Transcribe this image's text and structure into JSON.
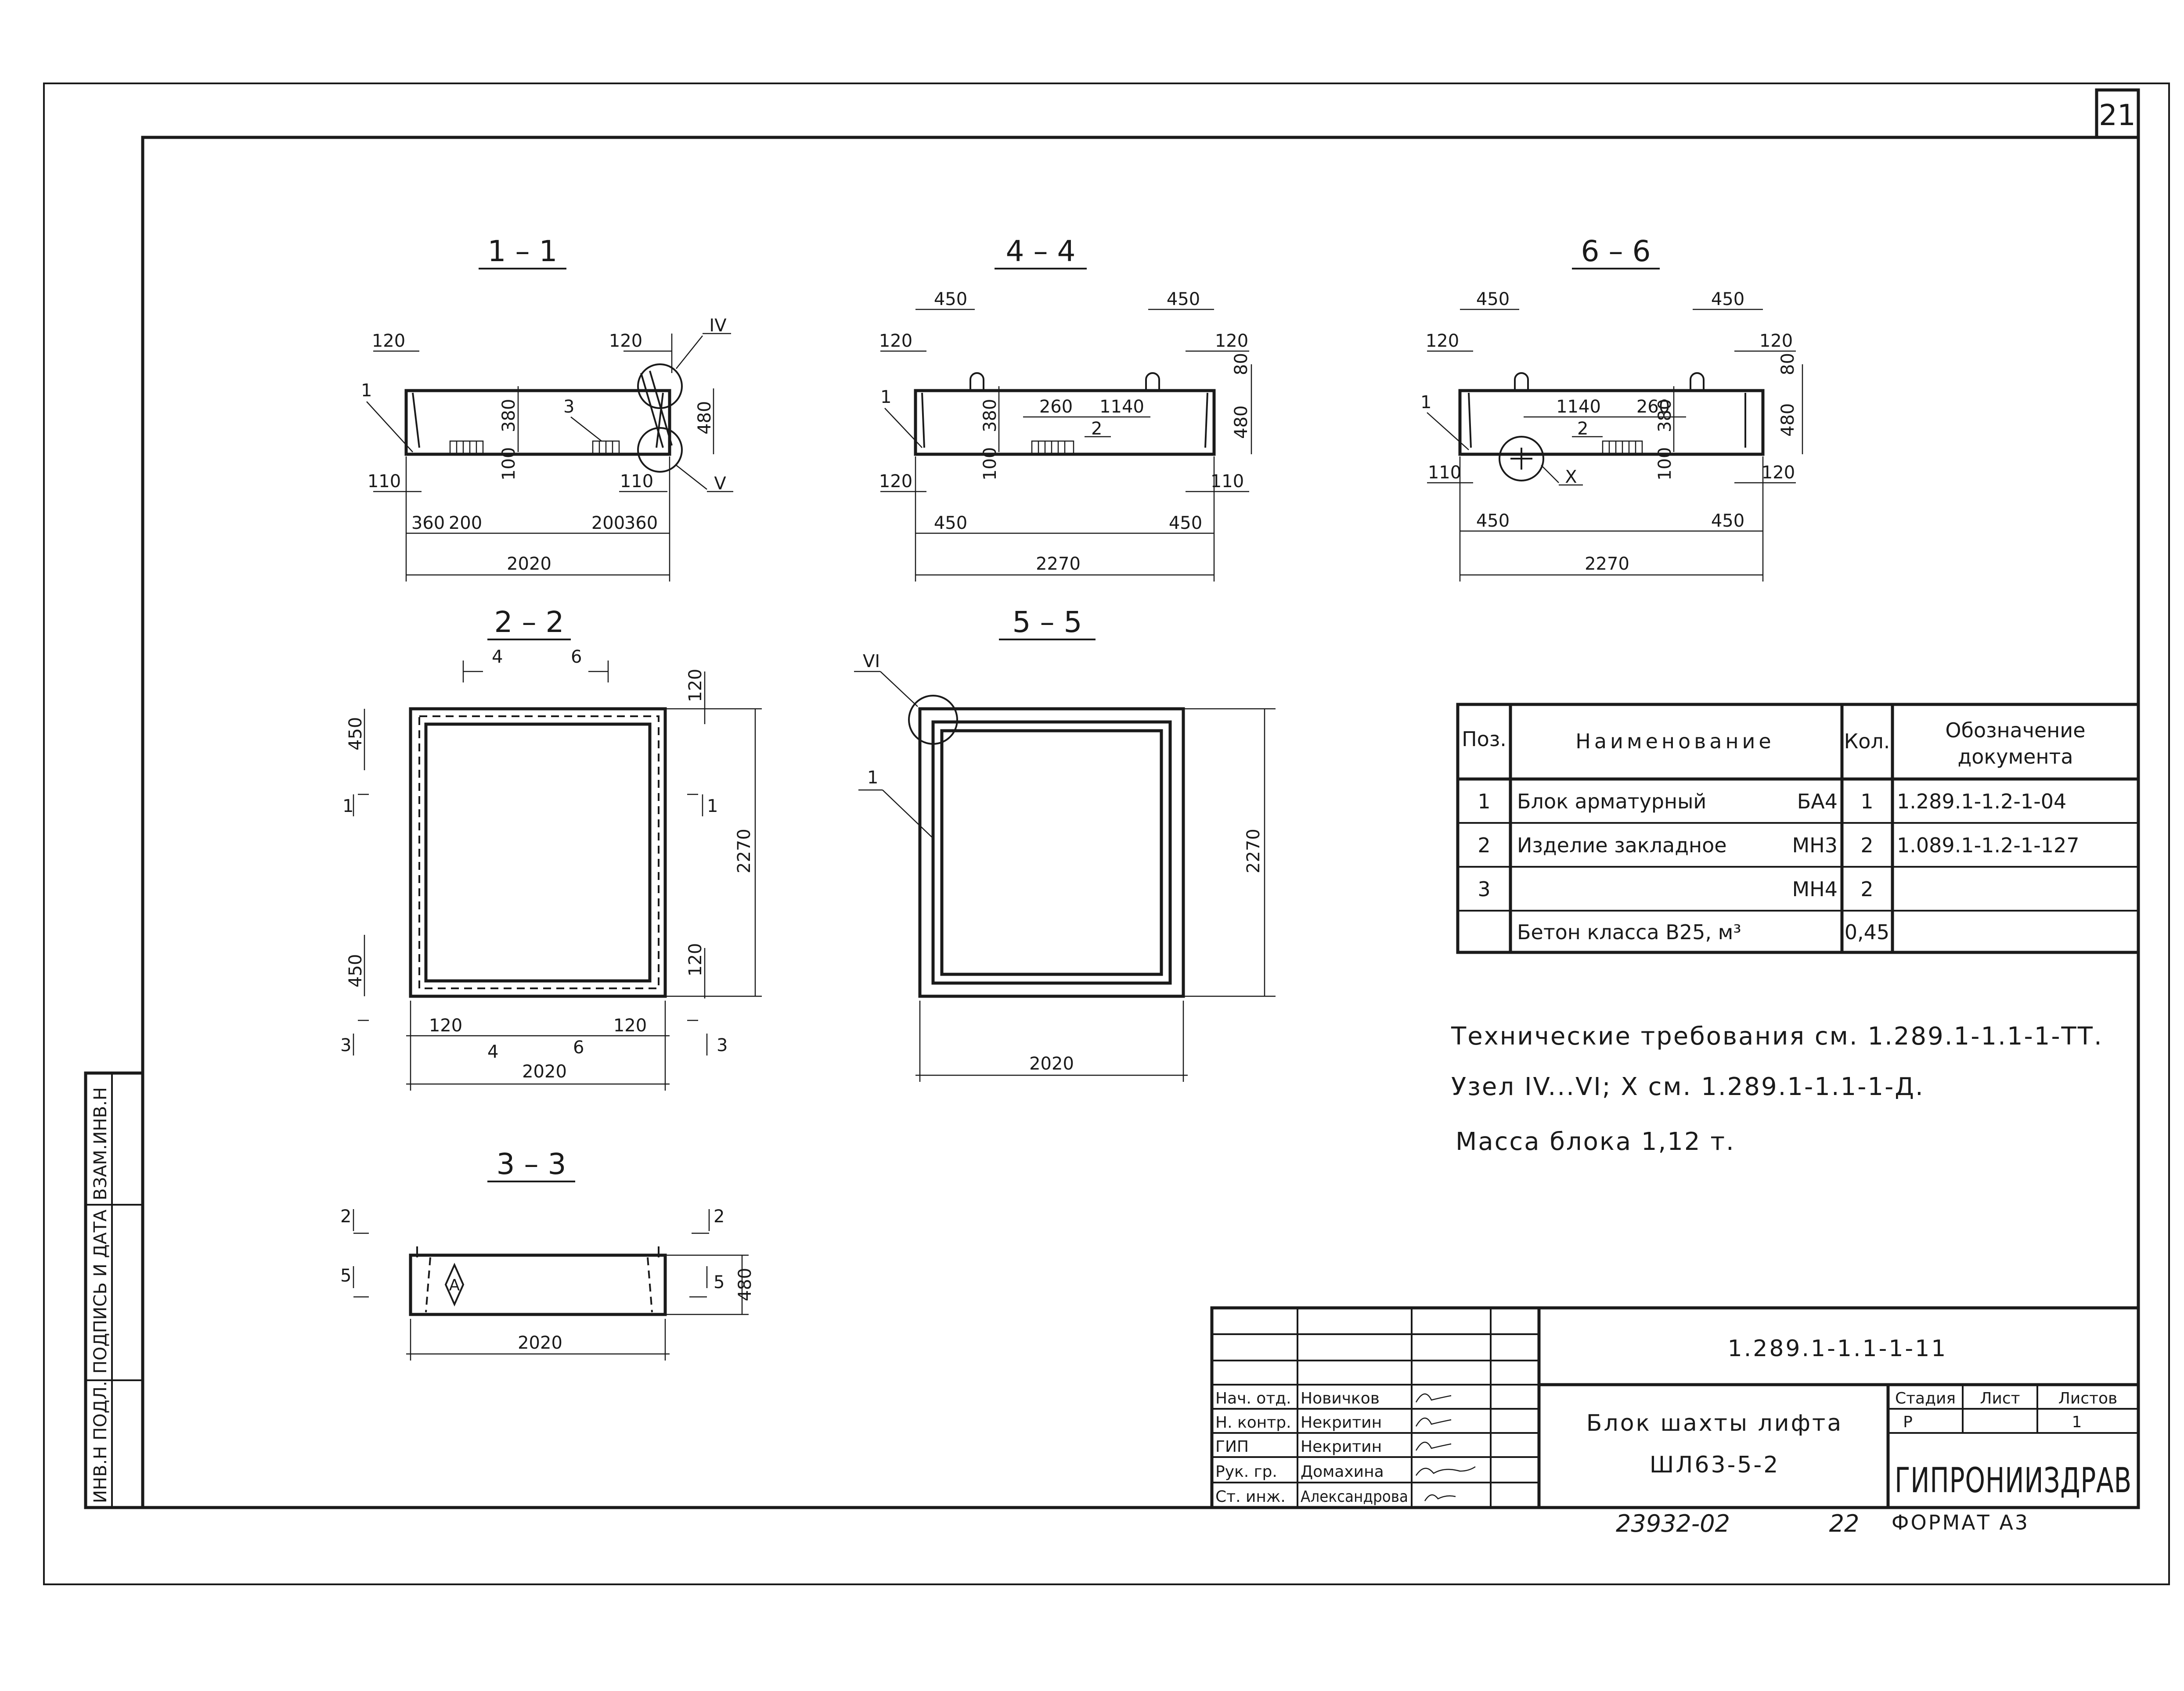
{
  "sheet": {
    "sheet_no": "21",
    "side_stamp": [
      "ИНВ.Н ПОДЛ.",
      "ПОДПИСЬ И ДАТА",
      "ВЗАМ.ИНВ.Н"
    ],
    "footer_archive": "23932-02",
    "footer_num": "22",
    "footer_format": "ФОРМАТ  А3"
  },
  "sections": {
    "s11": "1 – 1",
    "s44": "4 – 4",
    "s66": "6 – 6",
    "s22": "2 – 2",
    "s55": "5 – 5",
    "s33": "3 – 3"
  },
  "dims": {
    "d120": "120",
    "d110": "110",
    "d360": "360",
    "d200": "200",
    "d380": "380",
    "d100": "100",
    "d480": "480",
    "d2020": "2020",
    "d450": "450",
    "d260": "260",
    "d1140": "1140",
    "d80": "80",
    "d2270": "2270"
  },
  "marks": {
    "m1": "1",
    "m2": "2",
    "m3": "3",
    "m4": "4",
    "m5": "5",
    "m6": "6",
    "nIV": "IV",
    "nV": "V",
    "nVI": "VI",
    "nX": "X",
    "nA": "A"
  },
  "spec_table": {
    "headers": {
      "pos": "Поз.",
      "name": "Наименование",
      "qty": "Кол.",
      "doc1": "Обозначение",
      "doc2": "документа"
    },
    "rows": [
      {
        "pos": "1",
        "name": "Блок арматурный",
        "mark": "БА4",
        "qty": "1",
        "doc": "1.289.1-1.2-1-04"
      },
      {
        "pos": "2",
        "name": "Изделие закладное",
        "mark": "МН3",
        "qty": "2",
        "doc": "1.089.1-1.2-1-127"
      },
      {
        "pos": "3",
        "name": "",
        "mark": "МН4",
        "qty": "2",
        "doc": ""
      },
      {
        "pos": "",
        "name": "Бетон класса В25, м³",
        "mark": "",
        "qty": "0,45",
        "doc": ""
      }
    ]
  },
  "notes": {
    "n1": "Технические требования см. 1.289.1-1.1-1-ТТ.",
    "n2": "Узел IV...VI; X см. 1.289.1-1.1-1-Д.",
    "n3": "Масса блока 1,12 т."
  },
  "title_block": {
    "doc_code": "1.289.1-1.1-1-11",
    "title_line1": "Блок шахты лифта",
    "title_line2": "ШЛ63-5-2",
    "stage_label": "Стадия",
    "sheet_label": "Лист",
    "sheets_label": "Листов",
    "stage_value": "Р",
    "sheets_value": "1",
    "org": "ГИПРОНИИЗДРАВ",
    "signers": [
      {
        "role": "Нач. отд.",
        "name": "Новичков"
      },
      {
        "role": "Н. контр.",
        "name": "Некритин"
      },
      {
        "role": "ГИП",
        "name": "Некритин"
      },
      {
        "role": "Рук. гр.",
        "name": "Домахина"
      },
      {
        "role": "Ст. инж.",
        "name": "Александрова"
      }
    ]
  }
}
